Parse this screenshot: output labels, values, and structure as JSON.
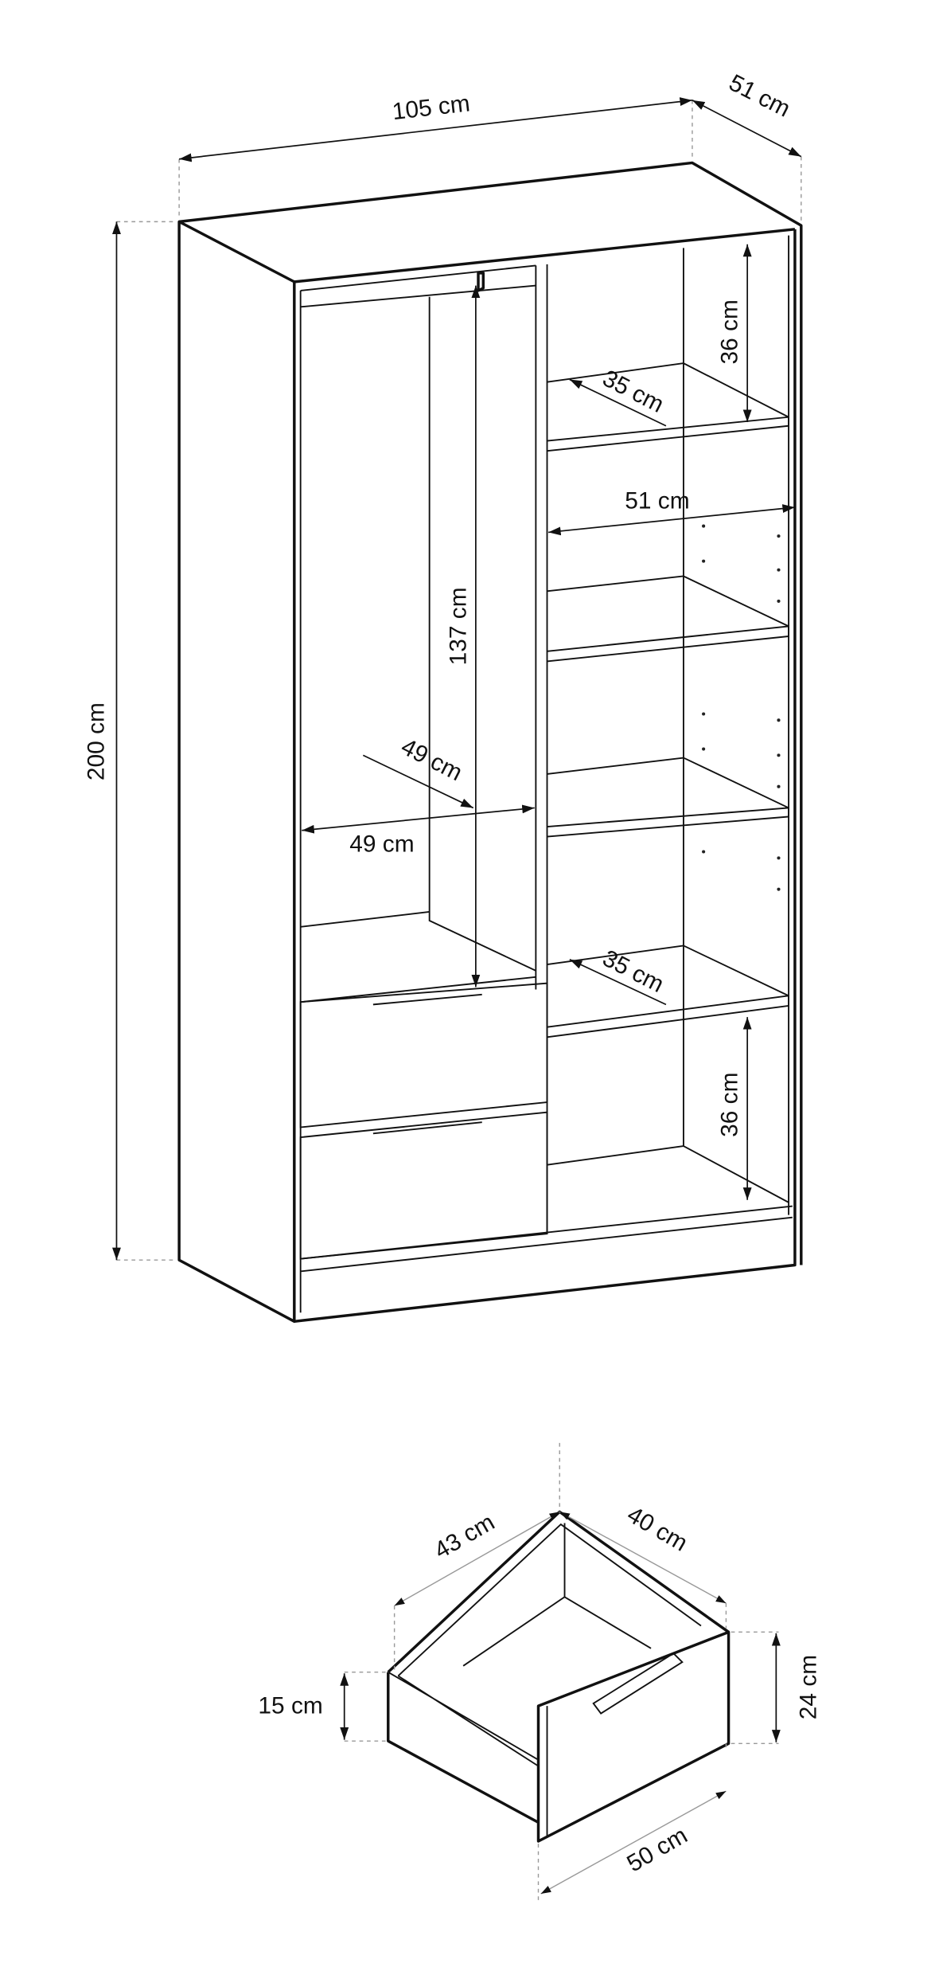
{
  "wardrobe": {
    "width": "105 cm",
    "depth": "51 cm",
    "height": "200 cm",
    "hanging_height": "137 cm",
    "hanging_depth": "49 cm",
    "hanging_width": "49 cm",
    "shelf_gap_top": "36 cm",
    "shelf_depth_top": "35 cm",
    "shelf_width": "51 cm",
    "shelf_depth_bottom": "35 cm",
    "shelf_gap_bottom": "36 cm"
  },
  "drawer": {
    "inner_length": "43 cm",
    "inner_width": "40 cm",
    "side_height": "15 cm",
    "front_height": "24 cm",
    "front_width": "50 cm"
  }
}
